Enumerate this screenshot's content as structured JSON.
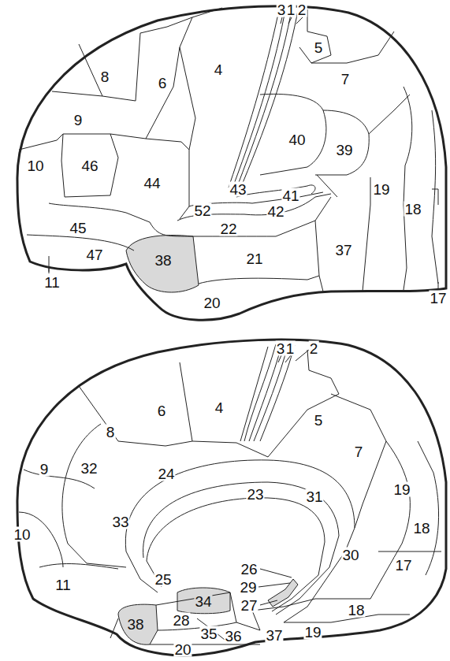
{
  "diagram": {
    "labels": [
      "3",
      "1",
      "2",
      "5",
      "8",
      "6",
      "4",
      "7",
      "9",
      "40",
      "39",
      "10",
      "46",
      "44",
      "43",
      "41",
      "19",
      "52",
      "42",
      "45",
      "22",
      "18",
      "11",
      "47",
      "38",
      "21",
      "37",
      "17",
      "20",
      "3",
      "1",
      "2",
      "6",
      "4",
      "5",
      "8",
      "7",
      "9",
      "32",
      "24",
      "23",
      "31",
      "19",
      "10",
      "33",
      "18",
      "30",
      "26",
      "29",
      "27",
      "17",
      "11",
      "25",
      "34",
      "28",
      "38",
      "35",
      "36",
      "37",
      "18",
      "19",
      "20"
    ]
  }
}
